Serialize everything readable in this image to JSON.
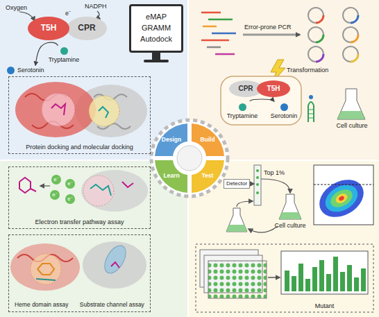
{
  "diagram": {
    "nodes": [
      {
        "text": [
          "T5H"
        ]
      },
      {
        "text": [
          "CPR"
        ]
      },
      {
        "text": [
          "Tryptamine"
        ]
      },
      {
        "text": [
          "Serotonin"
        ]
      },
      {
        "text": [
          "eMAP",
          "GRAMM",
          "Autodock"
        ]
      },
      {
        "text": [
          "Protein docking and molecular docking"
        ]
      },
      {
        "text": [
          "CPR"
        ]
      },
      {
        "text": [
          "T5H"
        ]
      },
      {
        "text": [
          "Tryptamine"
        ]
      },
      {
        "text": [
          "Serotonin"
        ]
      },
      {
        "text": [
          "Cell culture"
        ]
      },
      {
        "text": [
          "Detector"
        ]
      },
      {
        "text": [
          "Cell culture"
        ]
      },
      {
        "text": [
          "Mutant"
        ]
      },
      {
        "text": [
          "Electron transfer pathway assay"
        ]
      },
      {
        "text": [
          "Heme domain assay",
          "Substrate channel assay"
        ]
      },
      {
        "text": [
          "Design"
        ]
      },
      {
        "text": [
          "Build"
        ]
      },
      {
        "text": [
          "Test"
        ]
      },
      {
        "text": [
          "Learn"
        ]
      }
    ],
    "edges": [
      {
        "from": 2,
        "to": 3,
        "arrow": "to"
      },
      {
        "from": 8,
        "to": 9,
        "arrow": "to"
      }
    ],
    "labels": [
      "Oxygen",
      "NADPH",
      "e⁻",
      "Error-prone PCR",
      "Transformation",
      "Top 1%",
      "e⁻",
      "e⁻",
      "e⁻",
      "e⁻"
    ]
  }
}
